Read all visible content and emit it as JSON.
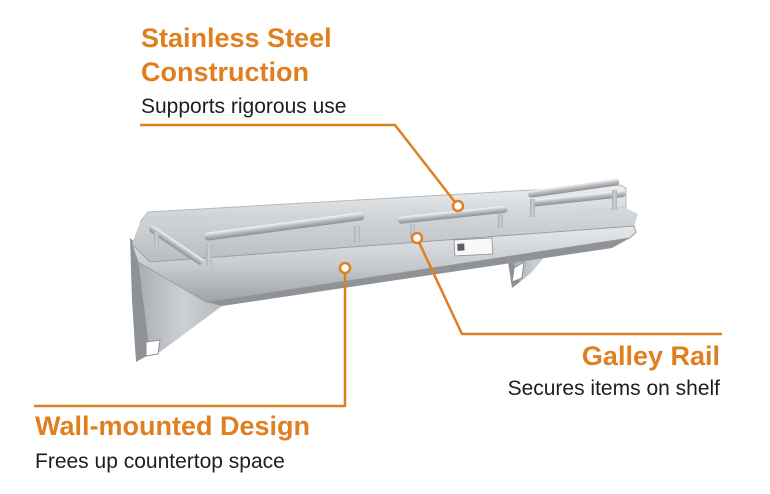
{
  "callouts": {
    "steel": {
      "title_line1": "Stainless Steel",
      "title_line2": "Construction",
      "subtitle": "Supports rigorous use"
    },
    "rail": {
      "title": "Galley Rail",
      "subtitle": "Secures items on shelf"
    },
    "wall": {
      "title": "Wall-mounted Design",
      "subtitle": "Frees up countertop space"
    }
  },
  "colors": {
    "accent": "#e07f1f",
    "text": "#1e1e1e",
    "steel_light": "#e3e5e7",
    "steel_dark": "#9a9ea3"
  }
}
